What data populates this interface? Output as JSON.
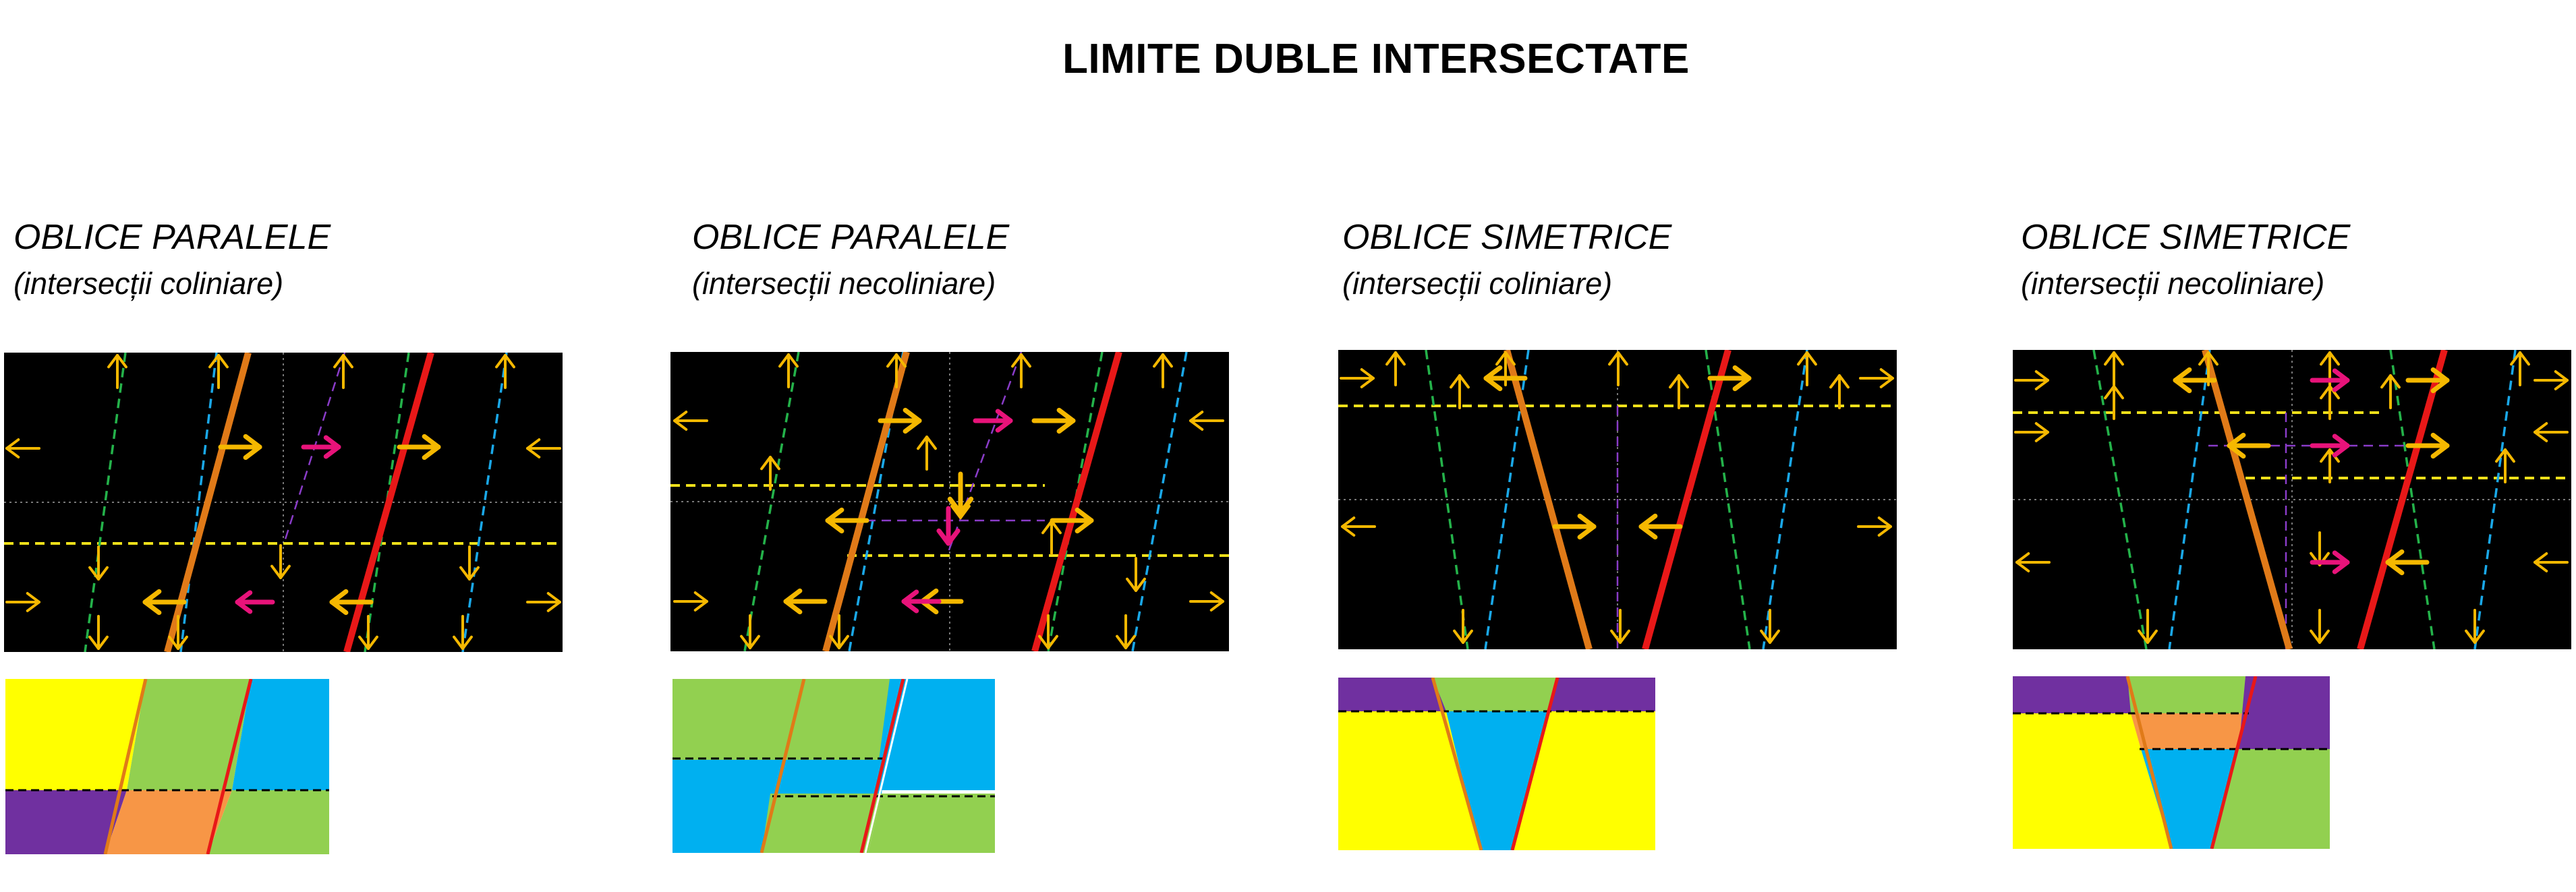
{
  "title": "LIMITE DUBLE INTERSECTATE",
  "panels": [
    {
      "heading": "OBLICE PARALELE",
      "subheading": "(intersecții coliniare)"
    },
    {
      "heading": "OBLICE PARALELE",
      "subheading": "(intersecții necoliniare)"
    },
    {
      "heading": "OBLICE SIMETRICE",
      "subheading": "(intersecții coliniare)"
    },
    {
      "heading": "OBLICE SIMETRICE",
      "subheading": "(intersecții necoliniare)"
    }
  ],
  "colors": {
    "background": "#000000",
    "arrow": "#f5b800",
    "arrow_magenta": "#e8137a",
    "limit_orange": "#e07a18",
    "limit_red": "#e81818",
    "dash_yellow": "#f0e01a",
    "dash_green": "#24b24a",
    "dash_cyan": "#1aa8e8",
    "dash_purple": "#8a3cc8",
    "block_yellow": "#ffff00",
    "block_green": "#92d050",
    "block_cyan": "#00b0f0",
    "block_purple": "#7030a0",
    "block_orange": "#f79646"
  }
}
